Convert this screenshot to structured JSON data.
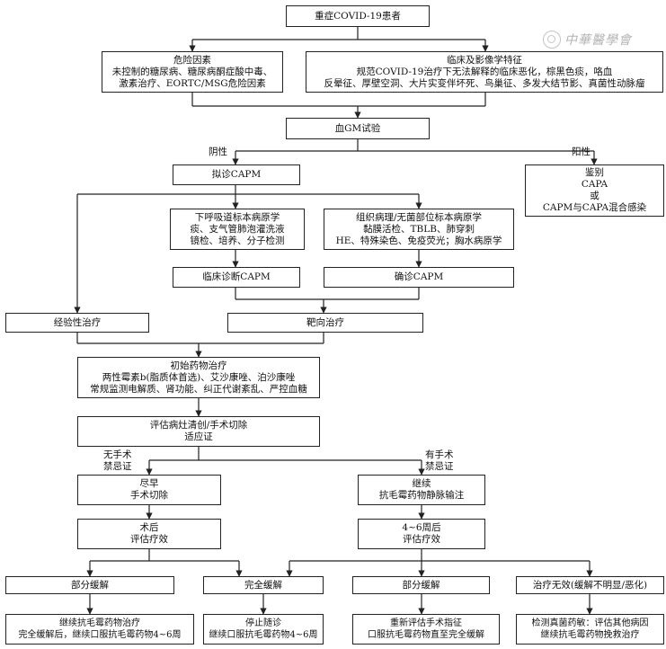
{
  "watermark": {
    "text": "中華醫學會"
  },
  "nodes": {
    "top": [
      "重症COVID-19患者"
    ],
    "risk": [
      "危险因素",
      "未控制的糖尿病、糖尿病酮症酸中毒、",
      "激素治疗、EORTC/MSG危险因素"
    ],
    "clinical": [
      "临床及影像学特征",
      "规范COVID-19治疗下无法解释的临床恶化，棕黑色痰，咯血",
      "反晕征、厚壁空洞、大片实变伴坏死、鸟巢征、多发大结节影、真菌性动脉瘤"
    ],
    "gm": [
      "血GM试验"
    ],
    "capm_dx": [
      "拟诊CAPM"
    ],
    "diff": [
      "鉴别",
      "CAPA",
      "或",
      "CAPM与CAPA混合感染"
    ],
    "lower_resp": [
      "下呼吸道标本病原学",
      "痰、支气管肺泡灌洗液",
      "镜检、培养、分子检测"
    ],
    "tissue": [
      "组织病理/无菌部位标本病原学",
      "黏膜活检、TBLB、肺穿刺",
      "HE、特殊染色、免疫荧光；胸水病原学"
    ],
    "clinical_capm": [
      "临床诊断CAPM"
    ],
    "confirmed_capm": [
      "确诊CAPM"
    ],
    "empirical": [
      "经验性治疗"
    ],
    "targeted": [
      "靶向治疗"
    ],
    "initial": [
      "初始药物治疗",
      "两性霉素b(脂质体首选)、艾沙康唑、泊沙康唑",
      "常规监测电解质、肾功能、纠正代谢紊乱、严控血糖"
    ],
    "evaluate": [
      "评估病灶清创/手术切除",
      "适应证"
    ],
    "surgery": [
      "尽早",
      "手术切除"
    ],
    "continue_iv": [
      "继续",
      "抗毛霉药物静脉输注"
    ],
    "post_eval": [
      "术后",
      "评估疗效"
    ],
    "weeks_eval": [
      "4~6周后",
      "评估疗效"
    ],
    "partial1": [
      "部分缓解"
    ],
    "complete": [
      "完全缓解"
    ],
    "partial2": [
      "部分缓解"
    ],
    "failure": [
      "治疗无效(缓解不明显/恶化)"
    ],
    "out1": [
      "继续抗毛霉药物治疗",
      "完全缓解后，继续口服抗毛霉药物4~6周"
    ],
    "out2": [
      "停止随诊",
      "继续口服抗毛霉药物4~6周"
    ],
    "out3": [
      "重新评估手术指征",
      "口服抗毛霉药物直至完全缓解"
    ],
    "out4": [
      "检测真菌药敏：评估其他病因",
      "继续抗毛霉药物挽救治疗"
    ]
  },
  "labels": {
    "negative": [
      "阴性"
    ],
    "positive": [
      "阳性"
    ],
    "no_contra": [
      "无手术",
      "禁忌证"
    ],
    "has_contra": [
      "有手术",
      "禁忌证"
    ]
  },
  "colors": {
    "line": "#222222",
    "box_border": "#222222",
    "text": "#111111"
  }
}
